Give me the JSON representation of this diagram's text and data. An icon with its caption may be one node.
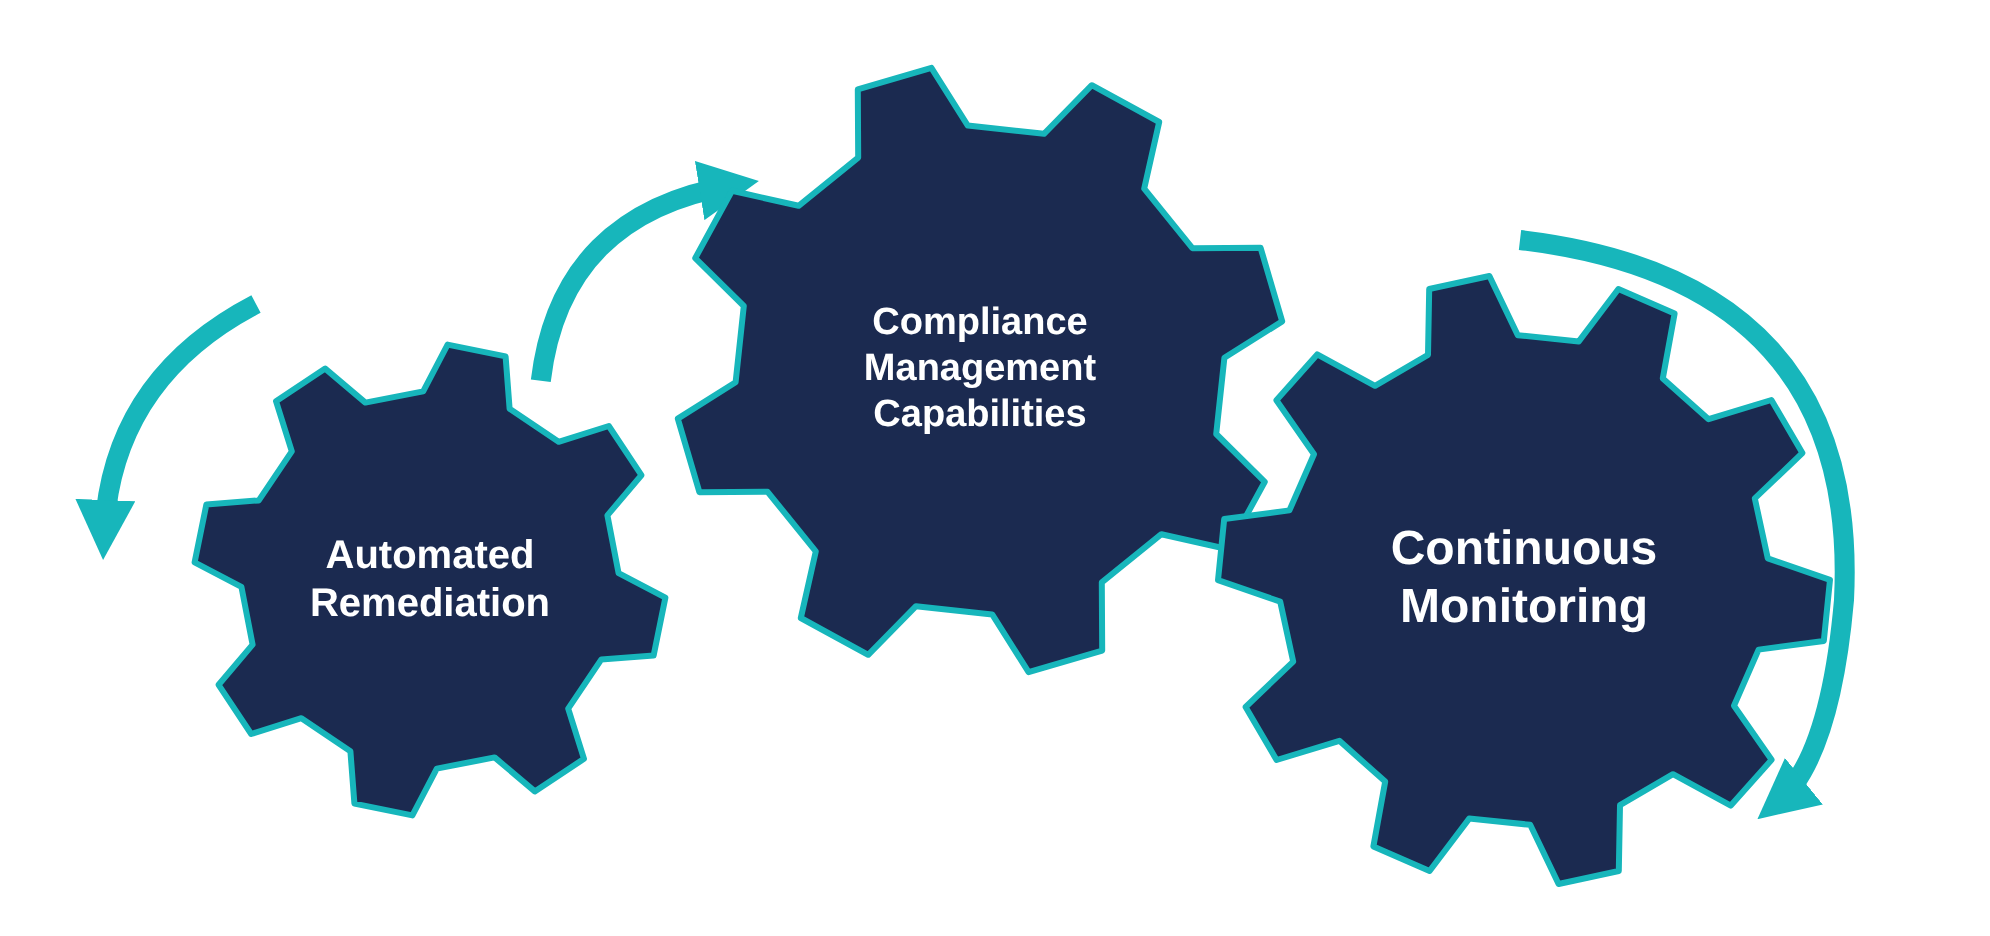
{
  "diagram": {
    "nodes": [
      {
        "text": [
          "Automated Remediation"
        ]
      },
      {
        "text": [
          "Compliance Management Capabilities"
        ]
      },
      {
        "text": [
          "Continuous Monitoring"
        ]
      }
    ],
    "edges": [
      {
        "from": 0,
        "to": 1,
        "arrow": "to"
      }
    ]
  }
}
